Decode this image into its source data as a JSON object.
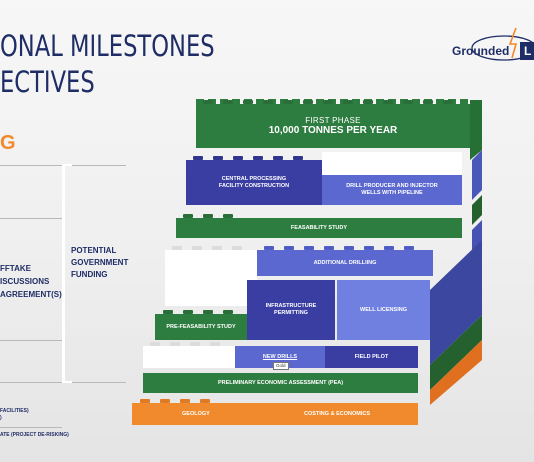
{
  "slide": {
    "title_line1": "ONAL MILESTONES",
    "title_line2": "ECTIVES",
    "orange_text": "G",
    "logo_text": "Grounded",
    "logo_letter": "L",
    "left_labels": {
      "offtake_1": "FFTAKE",
      "offtake_2": "ISCUSSIONS",
      "offtake_3": "AGREEMENT(S)",
      "small_1": "FACILITIES)",
      "small_2": ")",
      "small_3": "ATE (PROJECT DE-RISKING)"
    },
    "funding_1": "POTENTIAL",
    "funding_2": "GOVERNMENT",
    "funding_3": "FUNDING"
  },
  "bricks": {
    "first_phase_label": "FIRST PHASE",
    "first_phase_value": "10,000 TONNES PER YEAR",
    "central_processing": "CENTRAL PROCESSING FACILITY CONSTRUCTION",
    "drill_producer": "DRILL PRODUCER AND INJECTOR WELLS WITH PIPELINE",
    "feasibility": "FEASABILITY STUDY",
    "additional_drilling": "ADDITIONAL DRILLIING",
    "infrastructure": "INFRASTRUCTURE PERMITTING",
    "well_licensing": "WELL LICENSING",
    "pre_feasibility": "PRE-FEASABILITY STUDY",
    "new_drills": "NEW DRILLS",
    "gold_badge": "Gold",
    "field_pilot": "FIELD PILOT",
    "pea": "PRELIMINARY ECONOMIC ASSESSMENT (PEA)",
    "geology": "GEOLOGY",
    "costing": "COSTING & ECONOMICS"
  },
  "colors": {
    "navy": "#1f2d66",
    "green": "#2e7d40",
    "dark_blue": "#3a3ea3",
    "mid_blue": "#5a68d0",
    "light_blue": "#6f80e0",
    "orange": "#f08a2c",
    "white_brick": "#ffffff"
  }
}
